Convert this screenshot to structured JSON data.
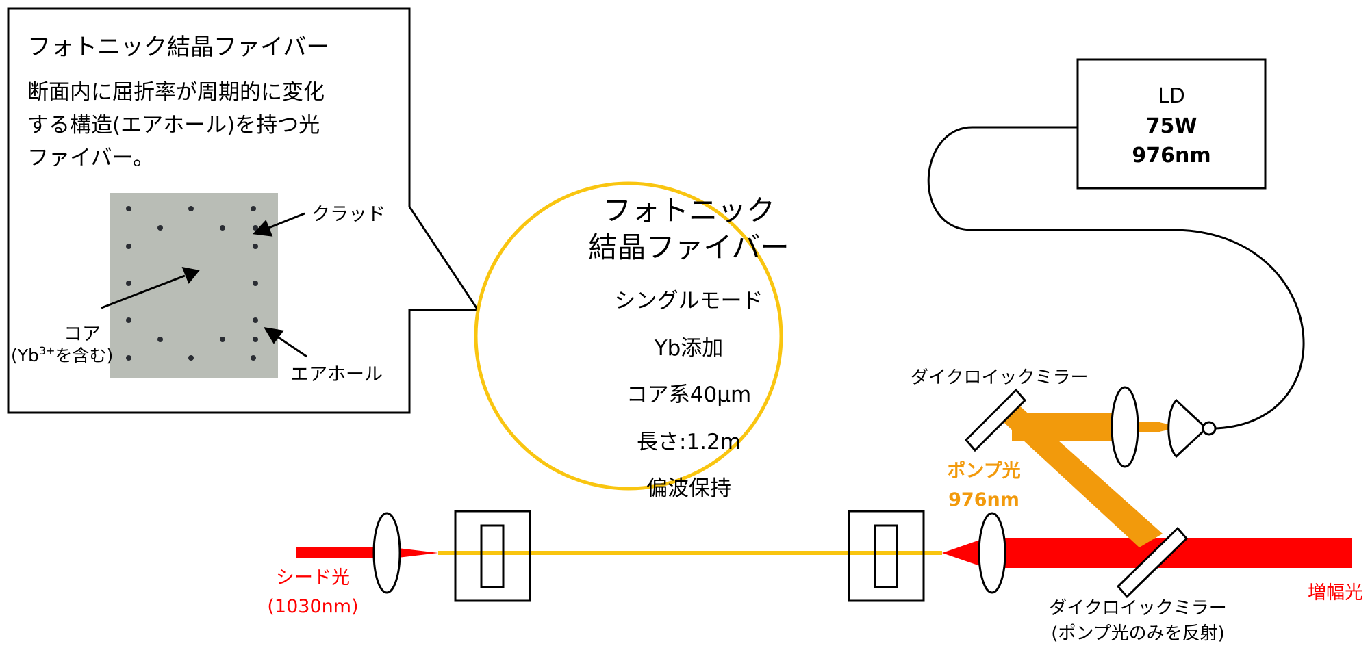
{
  "colors": {
    "seed": "#ff0000",
    "pump": "#f29a0c",
    "fiber": "#f9c510",
    "line": "#000000",
    "photo_bg": "#b9bdb6",
    "photo_dot": "#2a2d33"
  },
  "callout": {
    "title": "フォトニック結晶ファイバー",
    "desc_1": "断面内に屈折率が周期的に変化",
    "desc_2": "する構造(エアホール)を持つ光",
    "desc_3": "ファイバー。",
    "label_clad": "クラッド",
    "label_core_1": "コア",
    "label_core_2_pre": "(Yb",
    "label_core_2_sup": "3+",
    "label_core_2_post": "を含む)",
    "label_airhole": "エアホール"
  },
  "fiber_coil": {
    "title_1": "フォトニック",
    "title_2": "結晶ファイバー",
    "spec_1": "シングルモード",
    "spec_2": "Yb添加",
    "spec_3": "コア系40μm",
    "spec_4": "長さ:1.2m",
    "spec_5": "偏波保持"
  },
  "ld": {
    "label": "LD",
    "power": "75W",
    "wavelength": "976nm"
  },
  "labels": {
    "dichroic_top": "ダイクロイックミラー",
    "pump_1": "ポンプ光",
    "pump_2": "976nm",
    "seed_1": "シード光",
    "seed_2": "(1030nm)",
    "dichroic_bottom_1": "ダイクロイックミラー",
    "dichroic_bottom_2": "(ポンプ光のみを反射)",
    "amplified": "増幅光"
  }
}
